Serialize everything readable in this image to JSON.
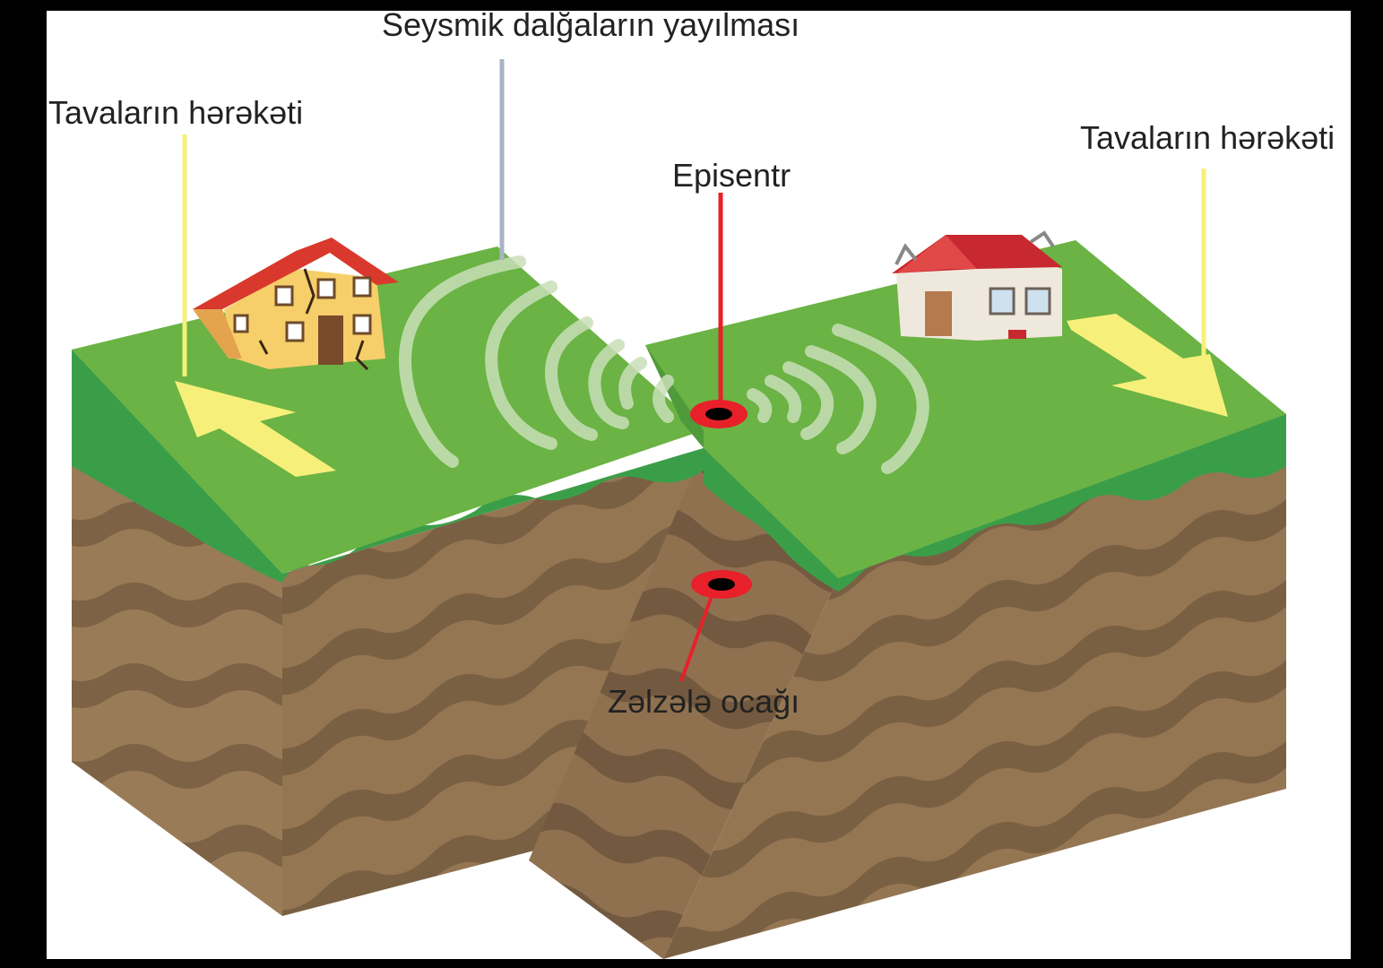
{
  "labels": {
    "seismic_waves": "Seysmik dalğaların yayılması",
    "plate_motion_left": "Tavaların hərəkəti",
    "plate_motion_right": "Tavaların hərəkəti",
    "epicenter": "Episentr",
    "focus": "Zəlzələ ocağı"
  },
  "colors": {
    "background": "#000000",
    "grass_top": "#6ab344",
    "grass_side": "#3a9e48",
    "soil_light": "#9a7b57",
    "soil_dark": "#7d6245",
    "fault_shadow": "#6f573d",
    "arrow": "#f6f07a",
    "marker_red": "#e8202a",
    "label_text": "#222222",
    "pointer_grey": "#a8b4c4"
  },
  "icons": [
    "cracked-house-icon",
    "damaged-house-icon",
    "arrow-left-icon",
    "arrow-right-icon"
  ]
}
